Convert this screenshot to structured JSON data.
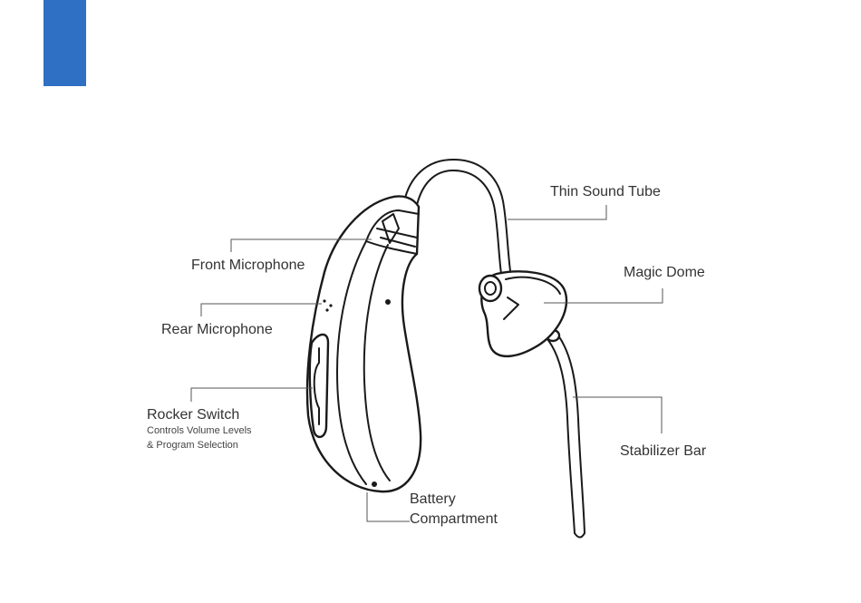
{
  "accent_color": "#2f6fc4",
  "figure": "hearing-aid-diagram",
  "labels": {
    "thin_sound_tube": "Thin Sound Tube",
    "magic_dome": "Magic Dome",
    "front_microphone": "Front Microphone",
    "rear_microphone": "Rear Microphone",
    "rocker_switch": "Rocker Switch",
    "rocker_switch_desc_1": "Controls Volume Levels",
    "rocker_switch_desc_2": "& Program Selection",
    "stabilizer_bar": "Stabilizer Bar",
    "battery_line_1": "Battery",
    "battery_line_2": "Compartment"
  }
}
